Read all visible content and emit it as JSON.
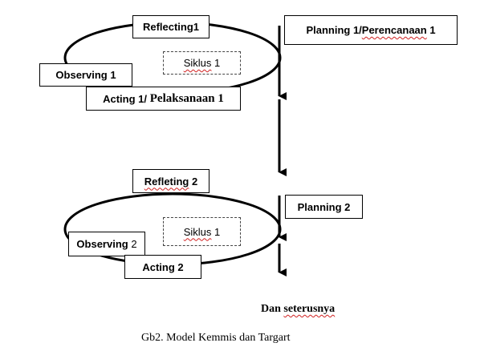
{
  "cycle1": {
    "reflecting": "Reflecting1",
    "planning": "Planning 1/",
    "planning_local": "Perencanaan",
    "planning_num": " 1",
    "siklus": "Siklus",
    "siklus_num": " 1",
    "observing": "Observing 1",
    "acting": "Acting 1/",
    "acting_local": " Pelaksanaan 1"
  },
  "cycle2": {
    "reflecting": "Refleting",
    "reflecting_num": " 2",
    "planning": "Planning 2",
    "siklus": "Siklus",
    "siklus_num": " 1",
    "observing": "Observing",
    "observing_num": " 2",
    "acting": "Acting 2"
  },
  "footer": {
    "continue_prefix": "Dan ",
    "continue_word": "seterusnya",
    "caption": "Gb2. Model Kemmis dan Targart"
  }
}
